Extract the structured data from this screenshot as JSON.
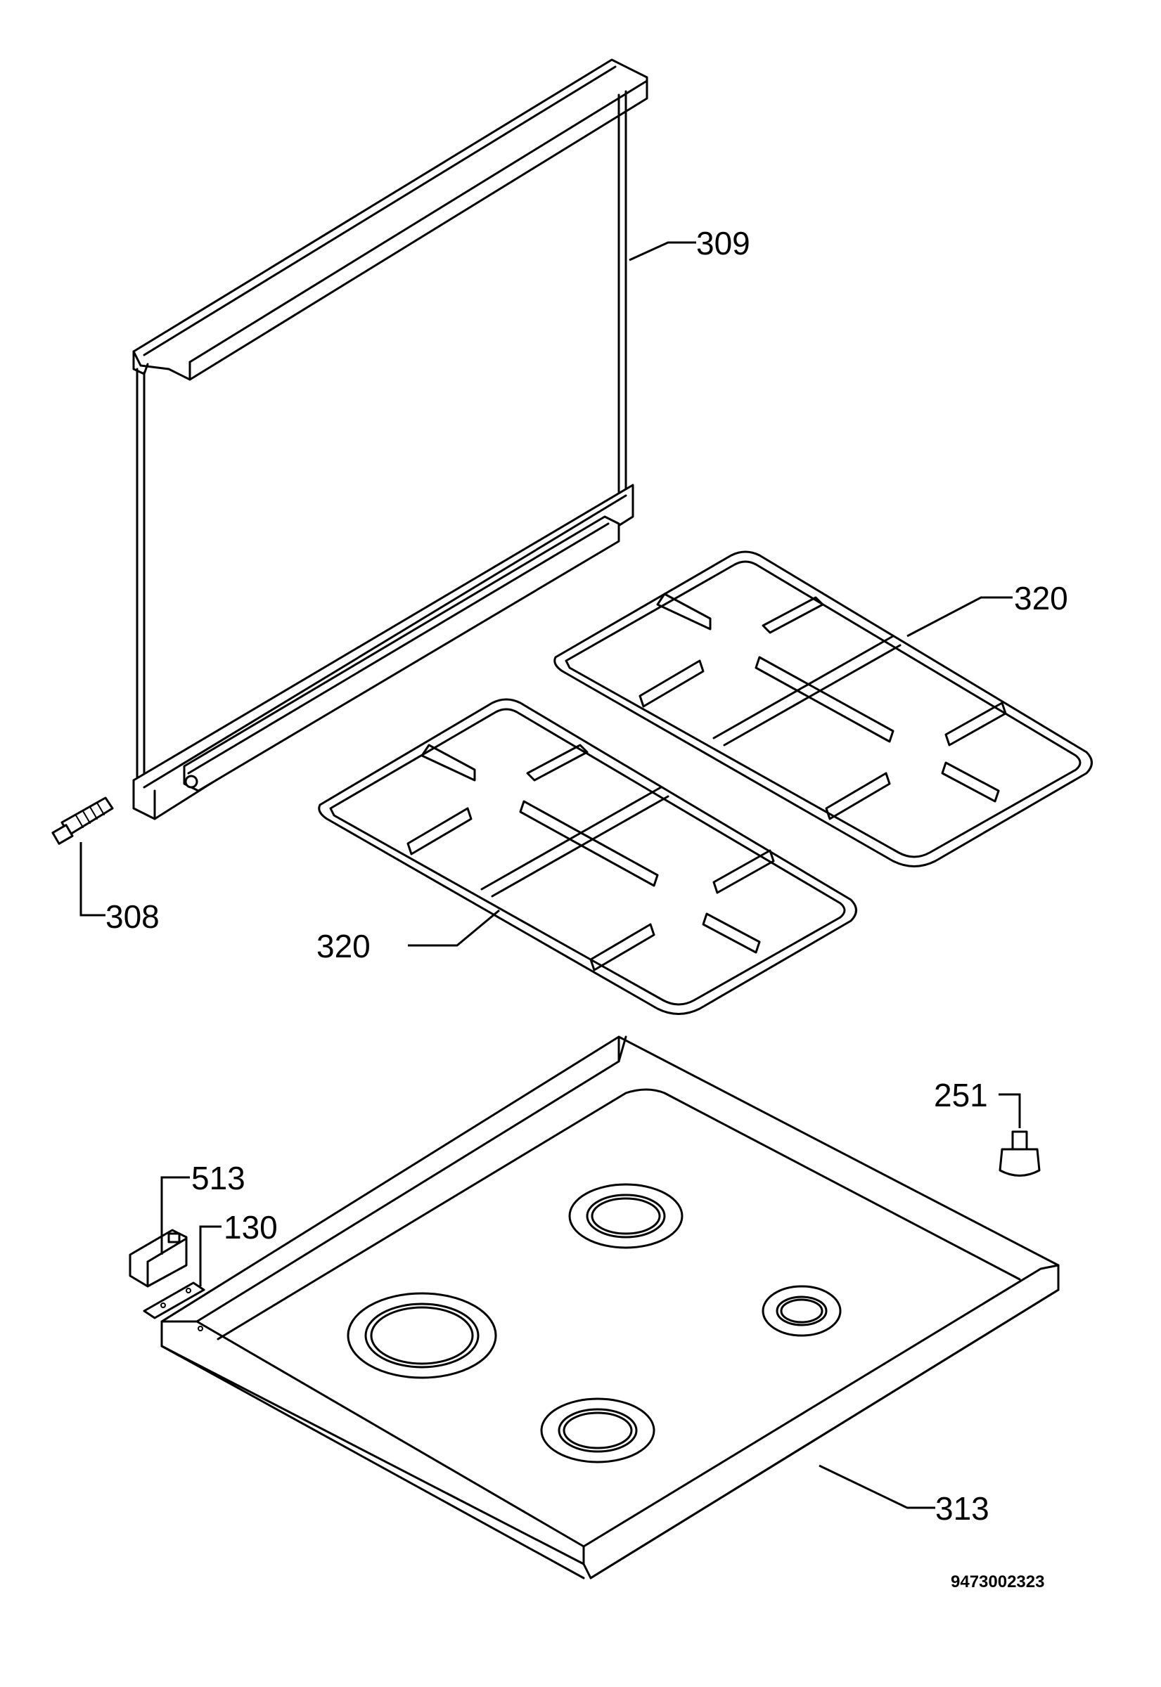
{
  "callouts": {
    "p309": "309",
    "p320_back": "320",
    "p320_front": "320",
    "p308": "308",
    "p251": "251",
    "p513": "513",
    "p130": "130",
    "p313": "313"
  },
  "reference_code": "9473002323"
}
